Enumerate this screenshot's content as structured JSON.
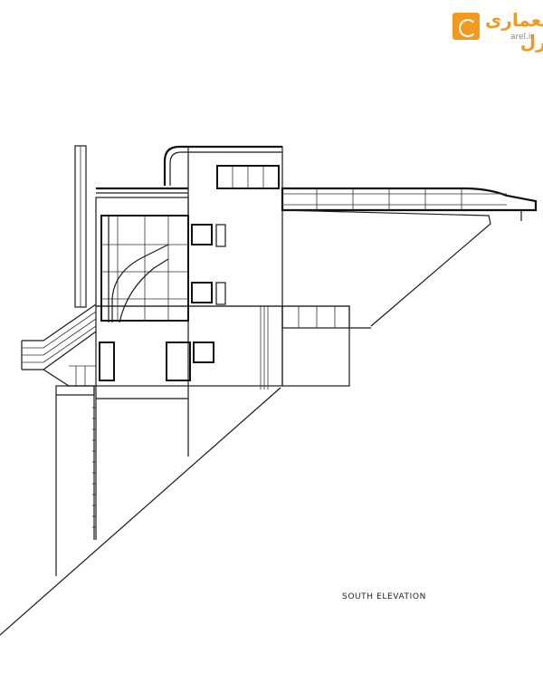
{
  "drawing": {
    "caption": "SOUTH  ELEVATION"
  },
  "watermark": {
    "title": "معماری آرل",
    "url": "arel.ir",
    "color": "#f39a1e"
  }
}
